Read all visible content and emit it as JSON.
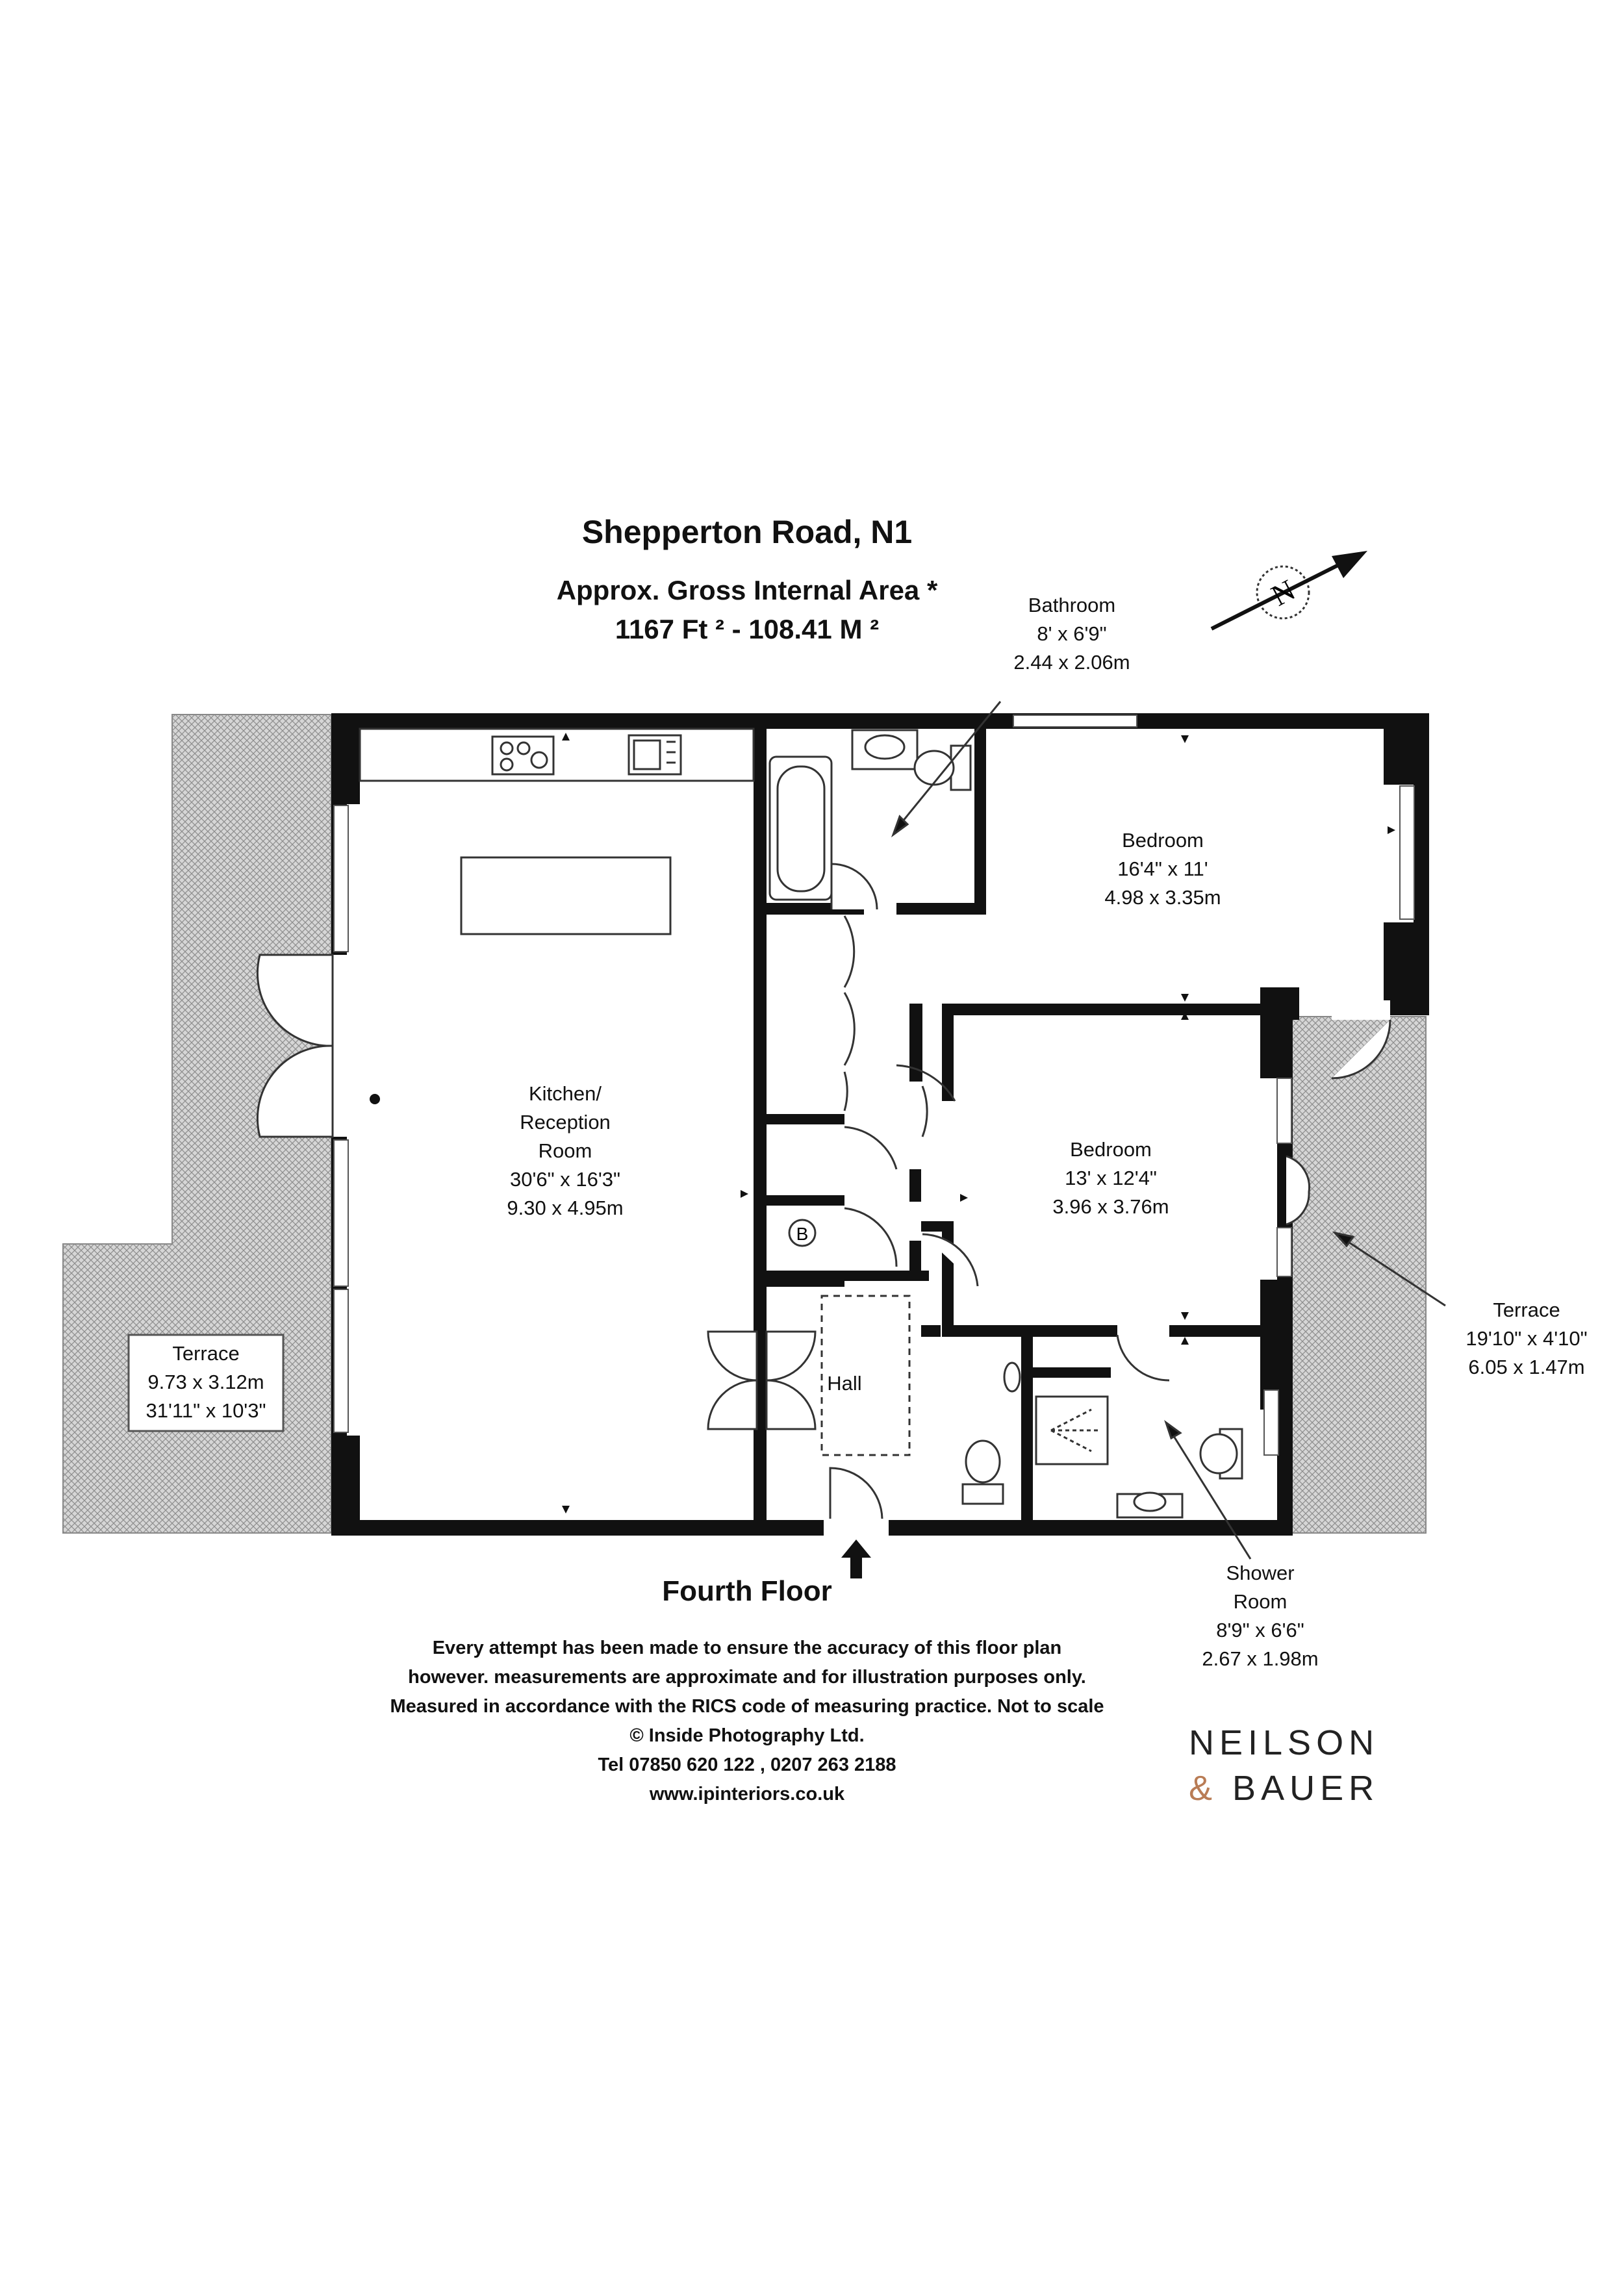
{
  "header": {
    "title": "Shepperton Road, N1",
    "area_label": "Approx. Gross Internal Area *",
    "area_value": "1167 Ft ²  -  108.41 M ²"
  },
  "rooms": {
    "bathroom": {
      "name": "Bathroom",
      "imperial": "8' x 6'9\"",
      "metric": "2.44 x 2.06m"
    },
    "bedroom1": {
      "name": "Bedroom",
      "imperial": "16'4\" x 11'",
      "metric": "4.98 x 3.35m"
    },
    "kitchen": {
      "name1": "Kitchen/",
      "name2": "Reception",
      "name3": "Room",
      "imperial": "30'6\" x 16'3\"",
      "metric": "9.30 x 4.95m"
    },
    "bedroom2": {
      "name": "Bedroom",
      "imperial": "13' x 12'4\"",
      "metric": "3.96 x 3.76m"
    },
    "hall": {
      "name": "Hall"
    },
    "terrace_left": {
      "name": "Terrace",
      "metric": "9.73 x 3.12m",
      "imperial": "31'11\" x 10'3\""
    },
    "terrace_right": {
      "name": "Terrace",
      "imperial": "19'10\" x 4'10\"",
      "metric": "6.05 x 1.47m"
    },
    "shower": {
      "name1": "Shower",
      "name2": "Room",
      "imperial": "8'9\" x 6'6\"",
      "metric": "2.67 x 1.98m"
    }
  },
  "symbols": {
    "boiler": "B",
    "compass": "N"
  },
  "floor_label": "Fourth Floor",
  "disclaimer": [
    "Every attempt has been made to ensure the accuracy of this floor plan",
    "however. measurements are approximate and for illustration purposes only.",
    "Measured in accordance with the RICS code of measuring practice. Not to scale",
    "© Inside Photography Ltd.",
    "Tel 07850 620 122 , 0207 263 2188",
    "www.ipinteriors.co.uk"
  ],
  "brand": {
    "line1": "NEILSON",
    "amp": "&",
    "line2": "BAUER"
  },
  "colors": {
    "wall": "#111111",
    "terrace_hatch": "#b9b9b9",
    "brand_amp": "#b97c55"
  }
}
